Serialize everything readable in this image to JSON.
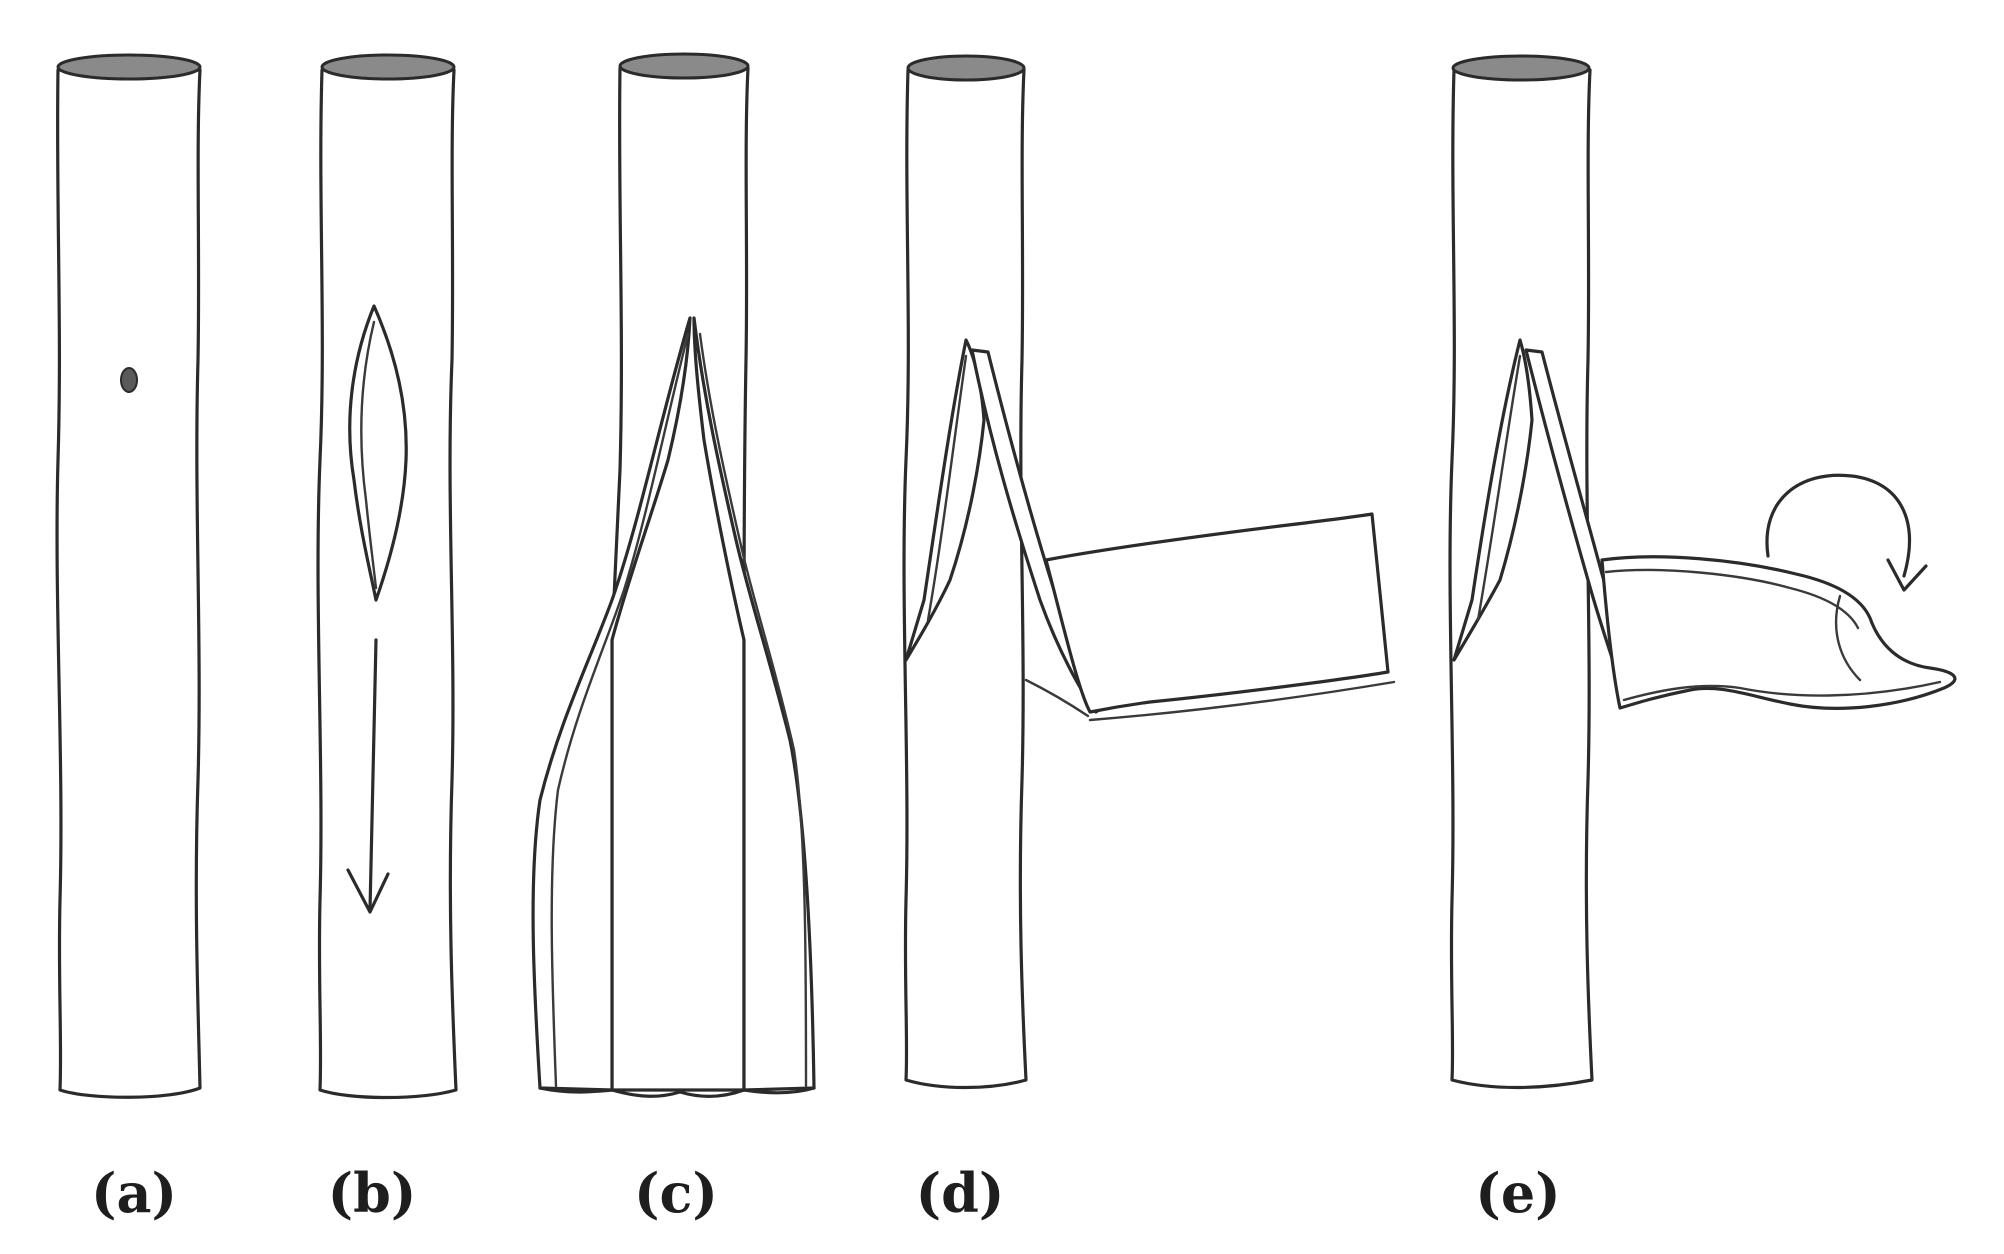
{
  "figure": {
    "panels": [
      {
        "id": "a",
        "label": "(a)"
      },
      {
        "id": "b",
        "label": "(b)"
      },
      {
        "id": "c",
        "label": "(c)"
      },
      {
        "id": "d",
        "label": "(d)"
      },
      {
        "id": "e",
        "label": "(e)"
      }
    ],
    "colors": {
      "ink": "#2b2b2b",
      "paper": "#ffffff",
      "rim": "#8a8a8a"
    }
  }
}
